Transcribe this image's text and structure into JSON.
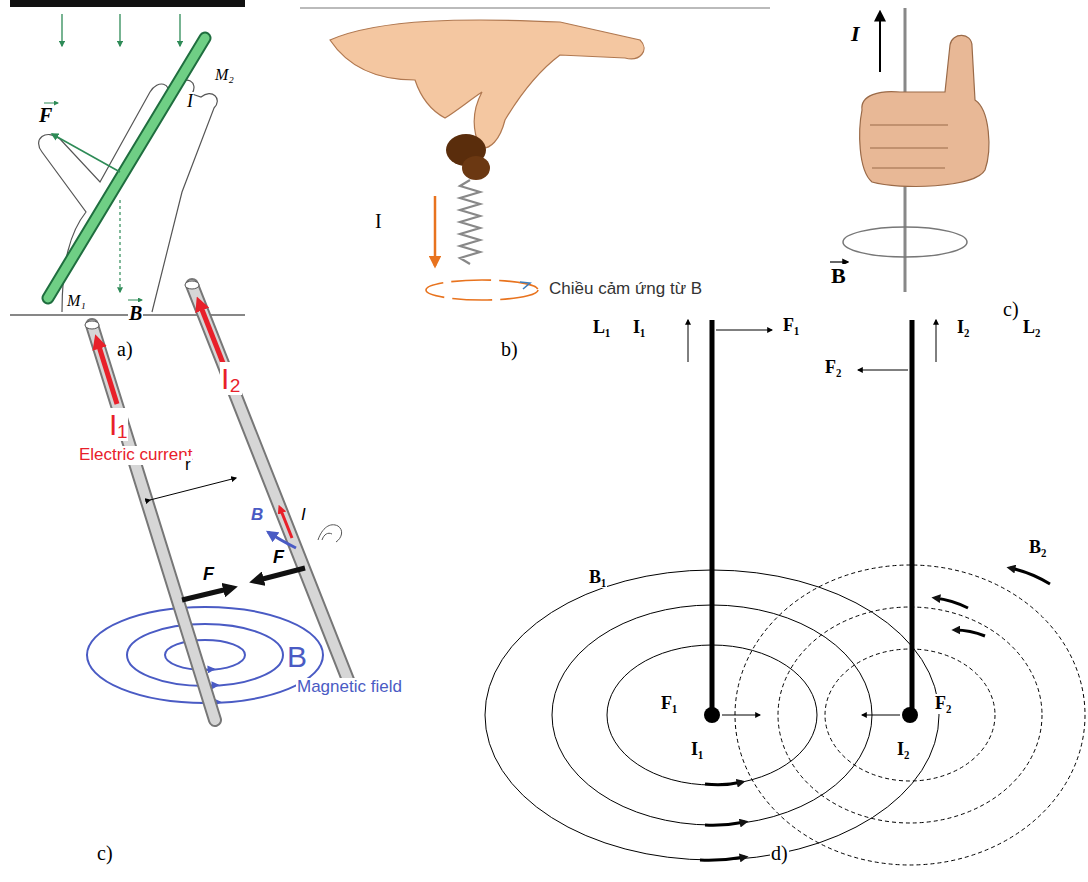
{
  "diagram": {
    "labels": [
      "F",
      "I",
      "M₂",
      "M₁",
      "B",
      "a)",
      "I",
      "Chiều cảm ứng từ B",
      "b)",
      "I",
      "B",
      "c)",
      "I₁",
      "Electric current",
      "r",
      "I₂",
      "I",
      "B",
      "F",
      "F",
      "B",
      "Magnetic field",
      "c)",
      "L₁",
      "I₁",
      "F₁",
      "F₂",
      "I₂",
      "L₂",
      "B₁",
      "B₂",
      "F₁",
      "I₁",
      "F₂",
      "I₂",
      "d)"
    ]
  }
}
